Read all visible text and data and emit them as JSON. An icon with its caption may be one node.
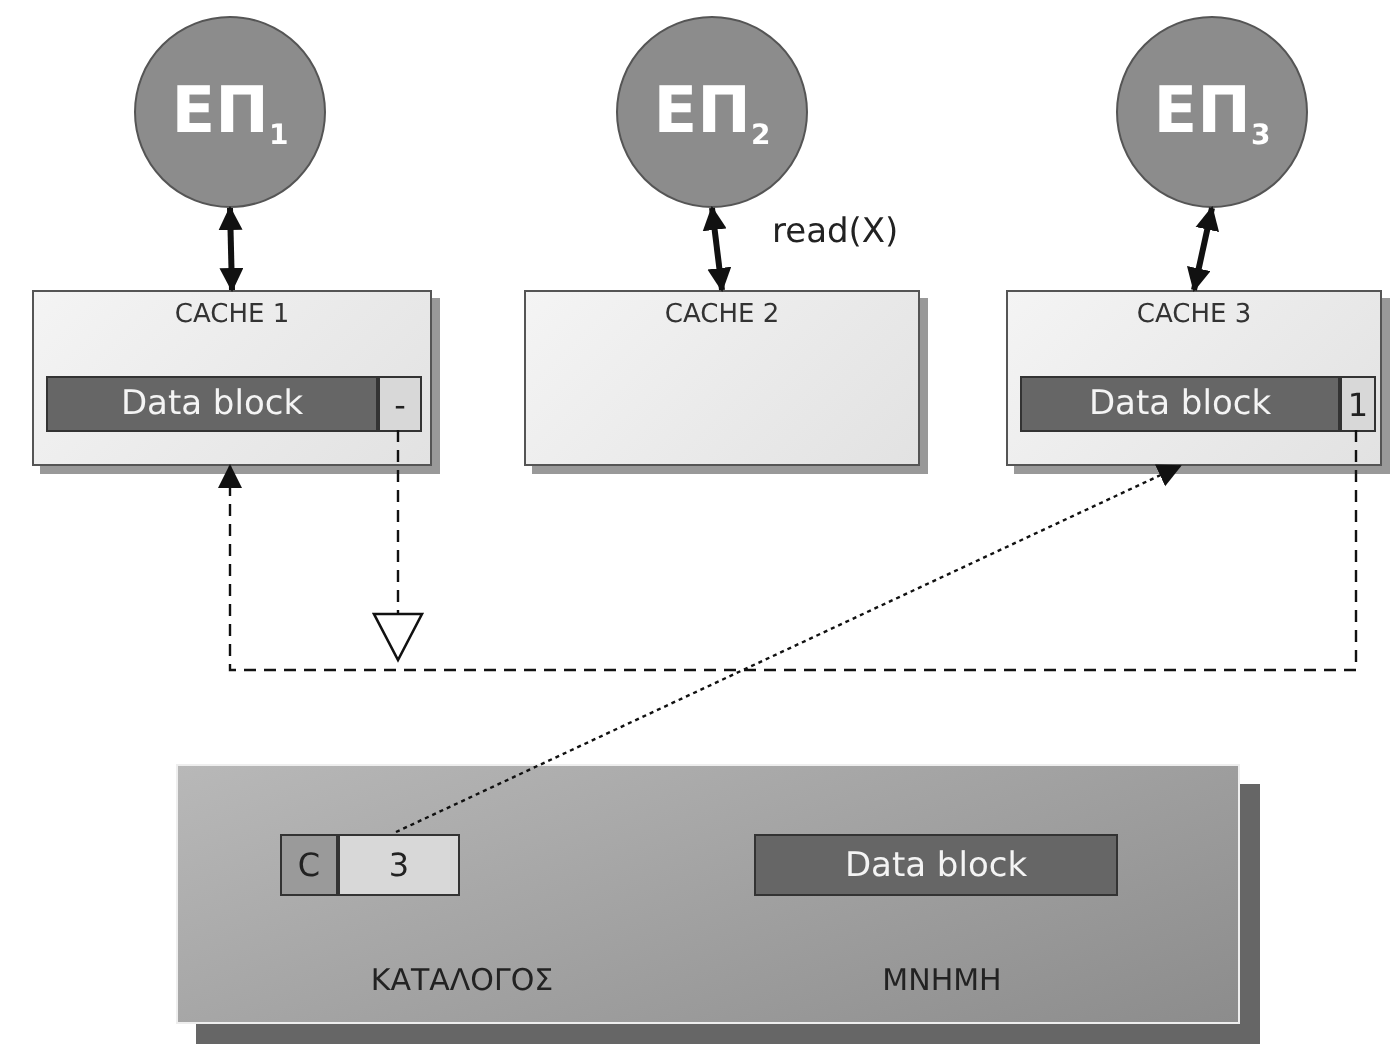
{
  "diagram": {
    "nodes": [
      {
        "text": [
          "ΕΠ$_{1}$"
        ]
      },
      {
        "text": [
          "ΕΠ$_{2}$"
        ]
      },
      {
        "text": [
          "ΕΠ$_{3}$"
        ]
      },
      {
        "text": [
          "CACHE 1"
        ]
      },
      {
        "text": [
          "Data block"
        ],
        "in": 3
      },
      {
        "text": [
          "-"
        ],
        "in": 3
      },
      {
        "text": [
          "CACHE 2"
        ]
      },
      {
        "text": [
          "CACHE 3"
        ]
      },
      {
        "text": [
          "Data block"
        ],
        "in": 7
      },
      {
        "text": [
          "1"
        ],
        "in": 7
      },
      {
        "text": [
          "ΚΑΤΑΛΟΓΟΣ",
          "ΜΝΗΜΗ"
        ]
      },
      {
        "text": [
          "C"
        ],
        "in": 10
      },
      {
        "text": [
          "3"
        ],
        "in": 10
      },
      {
        "text": [
          "Data block"
        ],
        "in": 10
      }
    ],
    "edges": [
      {
        "from": 0,
        "to": 3,
        "arrow": "both",
        "style": "thick"
      },
      {
        "from": 1,
        "to": 6,
        "arrow": "both",
        "style": "thick",
        "label": "read(X)"
      },
      {
        "from": 2,
        "to": 7,
        "arrow": "both",
        "style": "thick"
      },
      {
        "from": 9,
        "to": 3,
        "arrow": "to",
        "style": "dashed"
      },
      {
        "from": 12,
        "to": 7,
        "arrow": "to",
        "style": "dashed"
      },
      {
        "from": 5,
        "to": null,
        "arrow": "to",
        "style": "dashed"
      }
    ]
  }
}
